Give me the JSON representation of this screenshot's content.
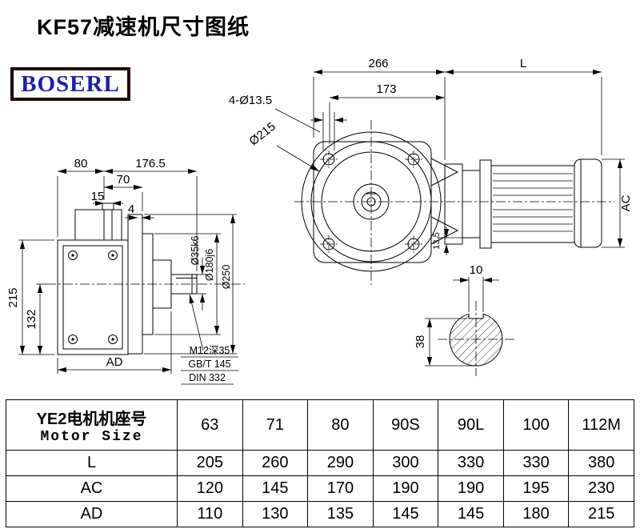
{
  "page": {
    "title": "KF57减速机尺寸图纸"
  },
  "logo": {
    "text": "BOSERL"
  },
  "drawing": {
    "front_view": {
      "d266": "266",
      "dL": "L",
      "d173": "173",
      "holes_label": "4-Ø13.5",
      "bolt_circle_label": "Ø215",
      "dAC": "AC",
      "d13_5": "13.5"
    },
    "side_view": {
      "d80": "80",
      "d176_5": "176.5",
      "d70": "70",
      "d15": "15",
      "d4": "4",
      "d215": "215",
      "d132": "132",
      "dAD": "AD",
      "shaft_dia_label": "Ø35k6",
      "spigot_dia_label": "Ø180j6",
      "flange_dia_label": "Ø250",
      "note_line1": "M12深35",
      "note_line2": "GB/T 145",
      "note_line3": "DIN 332"
    },
    "section_view": {
      "d10": "10",
      "d38": "38"
    }
  },
  "table": {
    "header_cn": "YE2电机机座号",
    "header_en": "Motor Size",
    "columns": [
      "63",
      "71",
      "80",
      "90S",
      "90L",
      "100",
      "112M"
    ],
    "rows": [
      {
        "label": "L",
        "values": [
          "205",
          "260",
          "290",
          "300",
          "330",
          "330",
          "380"
        ]
      },
      {
        "label": "AC",
        "values": [
          "120",
          "145",
          "170",
          "190",
          "190",
          "195",
          "230"
        ]
      },
      {
        "label": "AD",
        "values": [
          "110",
          "130",
          "135",
          "145",
          "145",
          "180",
          "215"
        ]
      }
    ]
  }
}
